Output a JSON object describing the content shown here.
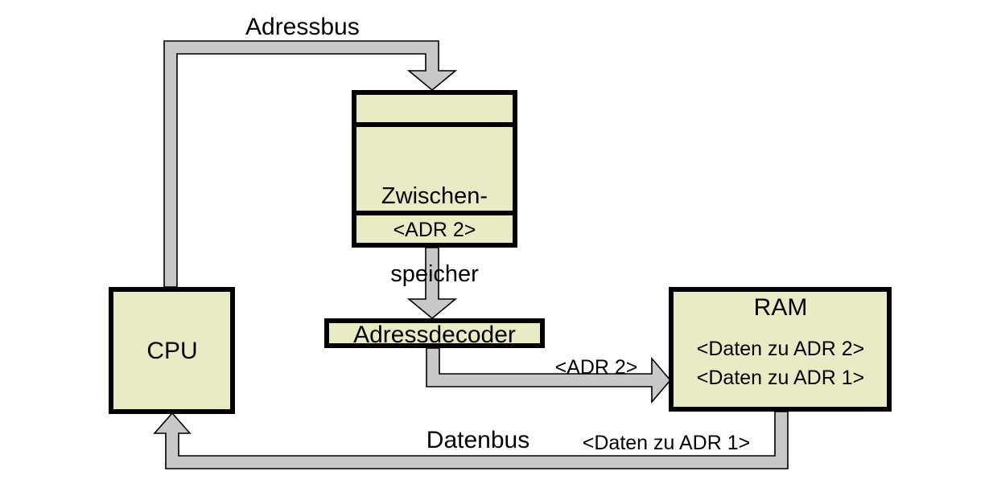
{
  "diagram": {
    "title_label": "Adressbus",
    "nodes": {
      "cpu": {
        "label": "CPU",
        "fill": "#e9ebc4"
      },
      "zwischenspeicher": {
        "empty_row": "",
        "label_line1": "Zwischen-",
        "label_line2": "speicher",
        "label": "Zwischen-\nspeicher",
        "value_row": "<ADR 2>",
        "fill": "#e9ebc4"
      },
      "adressdecoder": {
        "label": "Adressdecoder",
        "fill": "#e9ebc4"
      },
      "ram": {
        "title": "RAM",
        "row1": "<Daten zu ADR 2>",
        "row2": "<Daten zu ADR 1>",
        "fill": "#e9ebc4"
      }
    },
    "buses": {
      "adressbus": {
        "label": "Adressbus",
        "color": "#c8c8c8"
      },
      "decoder_to_ram": {
        "label": "<ADR 2>",
        "color": "#c8c8c8"
      },
      "datenbus": {
        "label": "Datenbus",
        "value": "<Daten zu ADR 1>",
        "color": "#c8c8c8"
      }
    },
    "colors": {
      "box_fill": "#e9ebc4",
      "box_border": "#000000",
      "bus_fill": "#c8c8c8",
      "bus_stroke": "#000000",
      "background": "#ffffff"
    }
  }
}
